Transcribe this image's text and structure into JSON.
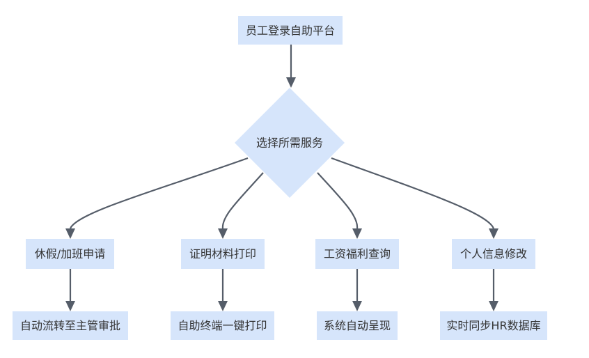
{
  "diagram": {
    "start": {
      "label": "员工登录自助平台"
    },
    "decision": {
      "label": "选择所需服务"
    },
    "services": [
      {
        "label": "休假/加班申请",
        "result": "自动流转至主管审批"
      },
      {
        "label": "证明材料打印",
        "result": "自助终端一键打印"
      },
      {
        "label": "工资福利查询",
        "result": "系统自动呈现"
      },
      {
        "label": "个人信息修改",
        "result": "实时同步HR数据库"
      }
    ]
  },
  "colors": {
    "node_fill": "#d6e5fb",
    "edge": "#555d69",
    "text": "#333333"
  }
}
